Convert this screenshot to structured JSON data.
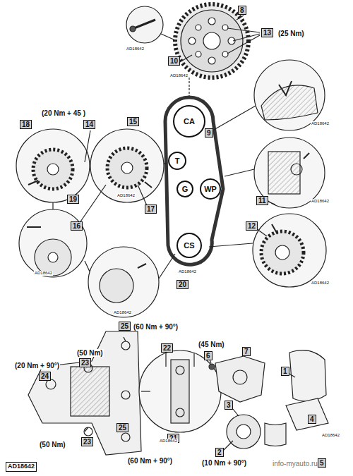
{
  "diagram": {
    "nodes": [
      {
        "text": [
          "CA"
        ]
      },
      {
        "text": [
          "T"
        ]
      },
      {
        "text": [
          "G"
        ]
      },
      {
        "text": [
          "WP"
        ]
      },
      {
        "text": [
          "CS"
        ]
      }
    ],
    "labels": [
      "8",
      "13",
      "(25 Nm)",
      "10",
      "AD18642",
      "AD18642",
      "AD18642",
      "9",
      "AD18642",
      "11",
      "12",
      "AD18642",
      "AD18642",
      "(20 Nm + 45 )",
      "18",
      "14",
      "15",
      "16",
      "17",
      "AD18642",
      "19",
      "AD18642",
      "20",
      "AD18642",
      "25",
      "(60 Nm + 90°)",
      "22",
      "(50 Nm)",
      "23",
      "(20 Nm + 90°)",
      "24",
      "(45 Nm)",
      "6",
      "7",
      "1",
      "4",
      "3",
      "21",
      "25",
      "(50 Nm)",
      "23",
      "(60 Nm + 90°)",
      "AD18642",
      "2",
      "(10 Nm + 90°)",
      "AD18642",
      "info-myauto.ru",
      "5",
      "AD18642"
    ]
  }
}
